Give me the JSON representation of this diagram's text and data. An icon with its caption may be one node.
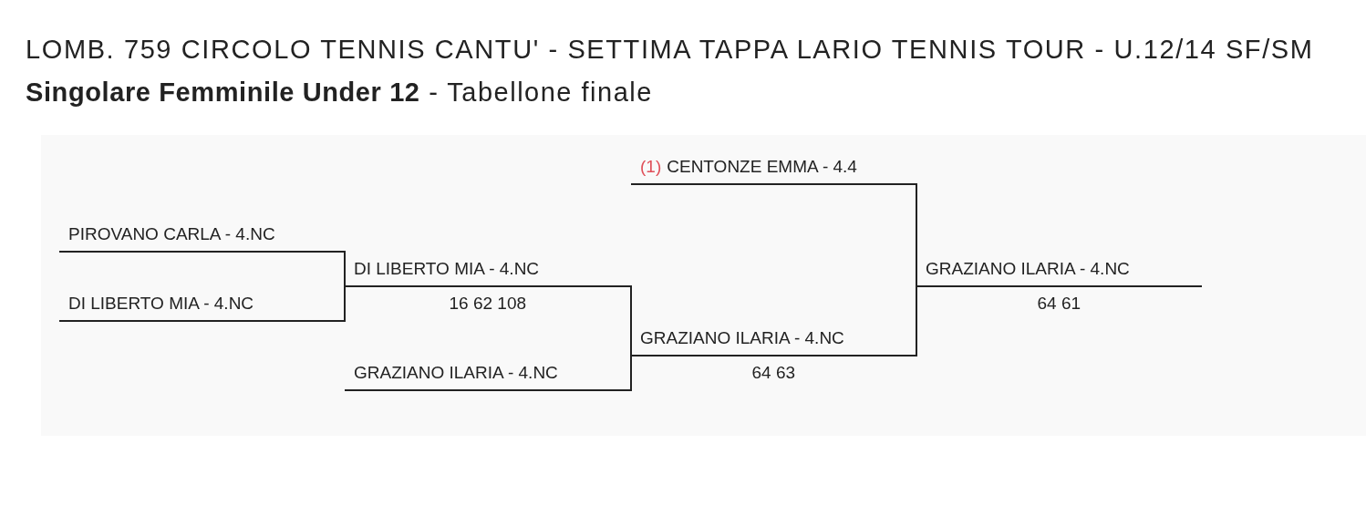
{
  "diagram": {
    "title": "LOMB. 759 CIRCOLO TENNIS CANTU' - SETTIMA TAPPA LARIO TENNIS TOUR - U.12/14 SF/SM",
    "caption": "**Singolare Femminile Under 12** - Tabellone finale",
    "nodes": [
      {
        "text": [
          "PIROVANO CARLA - 4.NC"
        ]
      },
      {
        "text": [
          "DI LIBERTO MIA - 4.NC"
        ]
      },
      {
        "text": [
          "DI LIBERTO MIA - 4.NC"
        ],
        "beside": [
          "16 62 108"
        ]
      },
      {
        "text": [
          "GRAZIANO ILARIA - 4.NC"
        ]
      },
      {
        "text": [
          "(1)",
          "CENTONZE EMMA - 4.4"
        ]
      },
      {
        "text": [
          "GRAZIANO ILARIA - 4.NC"
        ],
        "beside": [
          "64 63"
        ]
      },
      {
        "text": [
          "GRAZIANO ILARIA - 4.NC"
        ],
        "beside": [
          "64 61"
        ]
      }
    ],
    "edges": [
      {
        "from": 0,
        "to": 2,
        "arrow": "none"
      },
      {
        "from": 1,
        "to": 2,
        "arrow": "none"
      },
      {
        "from": 2,
        "to": 5,
        "arrow": "none"
      },
      {
        "from": 3,
        "to": 5,
        "arrow": "none"
      },
      {
        "from": 4,
        "to": 6,
        "arrow": "none"
      },
      {
        "from": 5,
        "to": 6,
        "arrow": "none"
      }
    ]
  }
}
